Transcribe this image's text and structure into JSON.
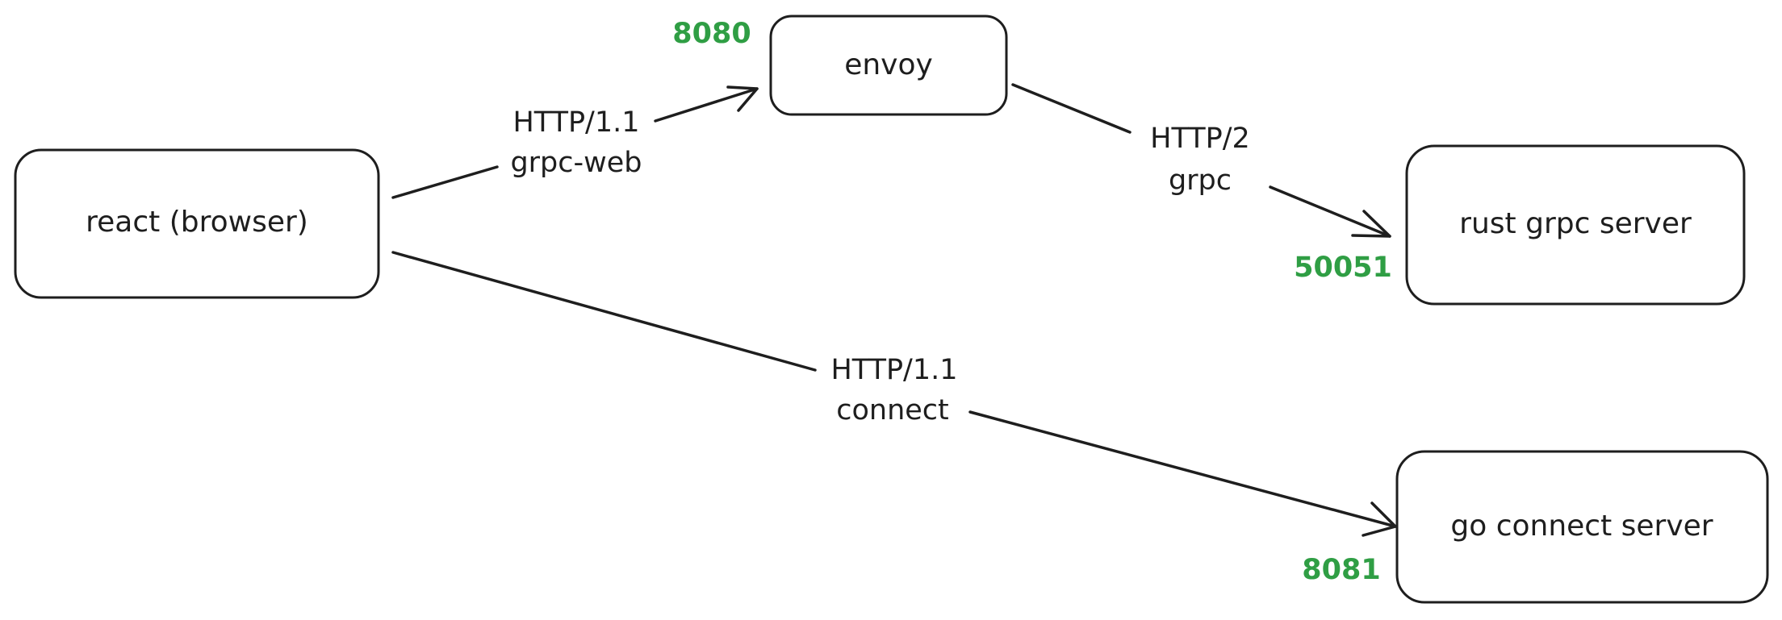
{
  "colors": {
    "stroke": "#1e1e1e",
    "port": "#2f9e44",
    "background": "#ffffff"
  },
  "nodes": {
    "browser": "react (browser)",
    "envoy": "envoy",
    "rust": "rust grpc server",
    "go": "go connect server"
  },
  "ports": {
    "envoy": "8080",
    "rust": "50051",
    "go": "8081"
  },
  "edges": {
    "browser_envoy": {
      "line1": "HTTP/1.1",
      "line2": "grpc-web"
    },
    "envoy_rust": {
      "line1": "HTTP/2",
      "line2": "grpc"
    },
    "browser_go": {
      "line1": "HTTP/1.1",
      "line2": "connect"
    }
  }
}
